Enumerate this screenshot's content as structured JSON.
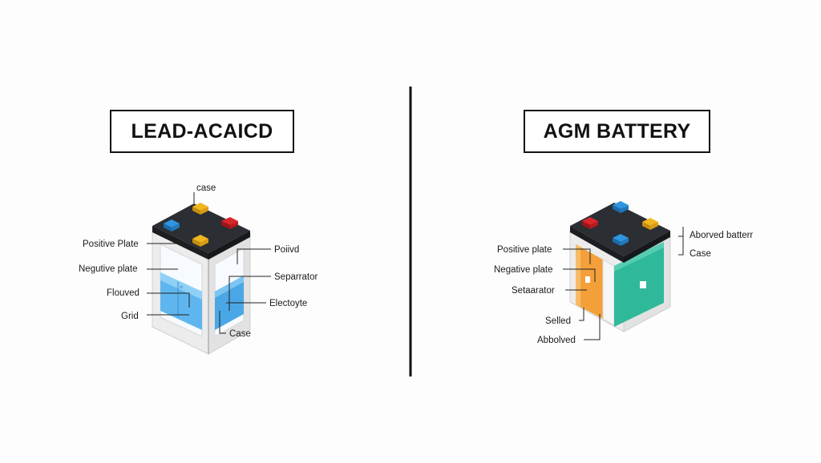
{
  "left_panel": {
    "title": "LEAD-ACAICD",
    "labels": {
      "case_top": "case",
      "positive_plate": "Positive Plate",
      "negative_plate": "Negutive plate",
      "flouved": "Flouved",
      "grid": "Grid",
      "poiivd": "Poiivd",
      "separator": "Separrator",
      "electrolyte": "Electoyte",
      "case_bottom": "Case"
    }
  },
  "right_panel": {
    "title": "AGM BATTERY",
    "labels": {
      "positive_plate": "Positive plate",
      "negative_plate": "Negative plate",
      "separator": "Setaarator",
      "selled": "Selled",
      "abbolved": "Abbolved",
      "aborved": "Aborved batterr",
      "case": "Case"
    }
  },
  "colors": {
    "terminal_blue": "#2f95e0",
    "terminal_yellow": "#f2b61e",
    "terminal_red": "#d9262b",
    "lid": "#2b2e33",
    "frame": "#e3e3e3",
    "electrolyte": "#5fb6ee",
    "agm_orange": "#f3a03a",
    "agm_green": "#2fb99a",
    "divider": "#111111"
  }
}
